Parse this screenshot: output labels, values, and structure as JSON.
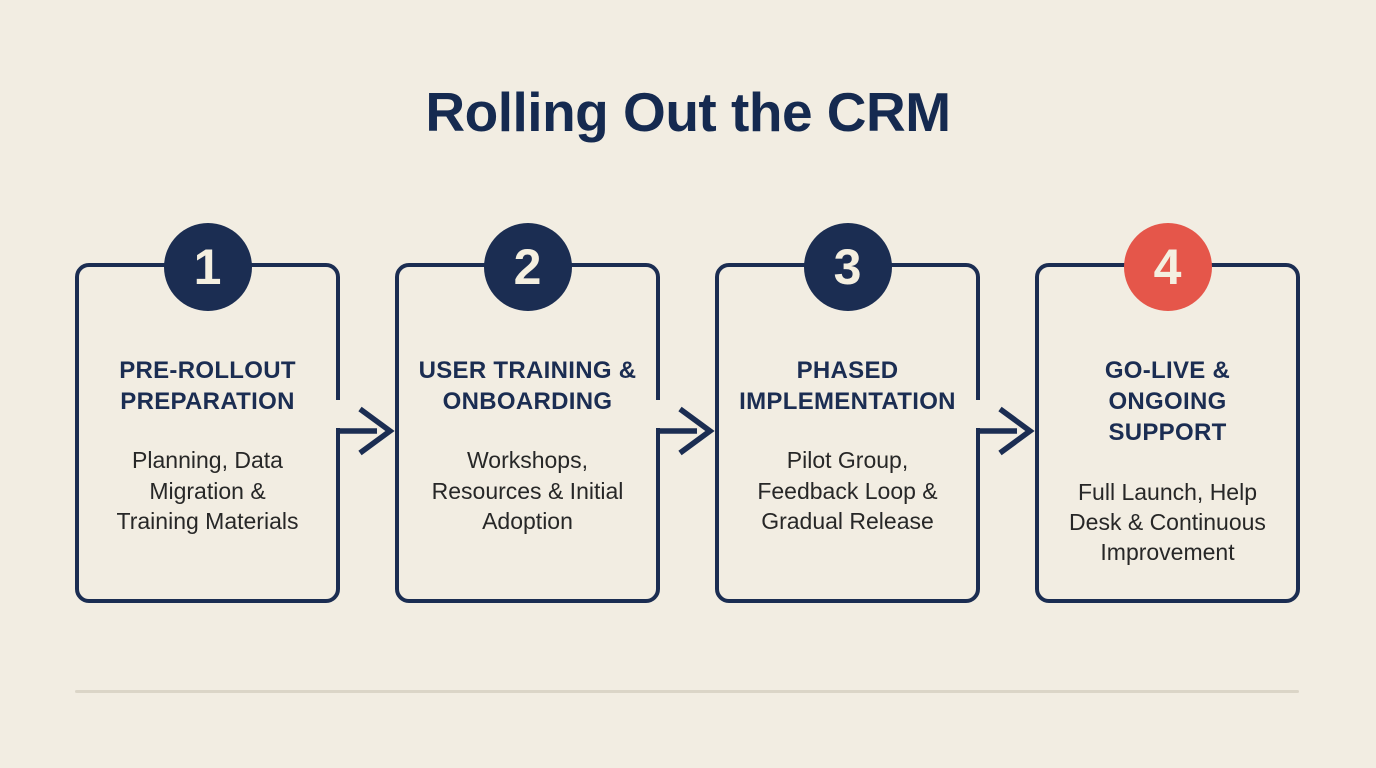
{
  "page": {
    "title": "Rolling Out the CRM",
    "colors": {
      "background": "#f2ede2",
      "navy": "#1b2d52",
      "accent_red": "#e5564a",
      "title_text": "#152a50",
      "body_text": "#272727",
      "divider": "#dbd5c7",
      "badge_number_text": "#f4efe0"
    }
  },
  "steps": [
    {
      "number": "1",
      "badge_color": "#1b2d52",
      "title": "PRE-ROLLOUT\nPREPARATION",
      "description": "Planning, Data\nMigration &\nTraining Materials"
    },
    {
      "number": "2",
      "badge_color": "#1b2d52",
      "title": "USER TRAINING &\nONBOARDING",
      "description": "Workshops,\nResources & Initial\nAdoption"
    },
    {
      "number": "3",
      "badge_color": "#1b2d52",
      "title": "PHASED\nIMPLEMENTATION",
      "description": "Pilot Group,\nFeedback Loop &\nGradual Release"
    },
    {
      "number": "4",
      "badge_color": "#e5564a",
      "title": "GO-LIVE &\nONGOING SUPPORT",
      "description": "Full Launch, Help\nDesk & Continuous\nImprovement"
    }
  ]
}
